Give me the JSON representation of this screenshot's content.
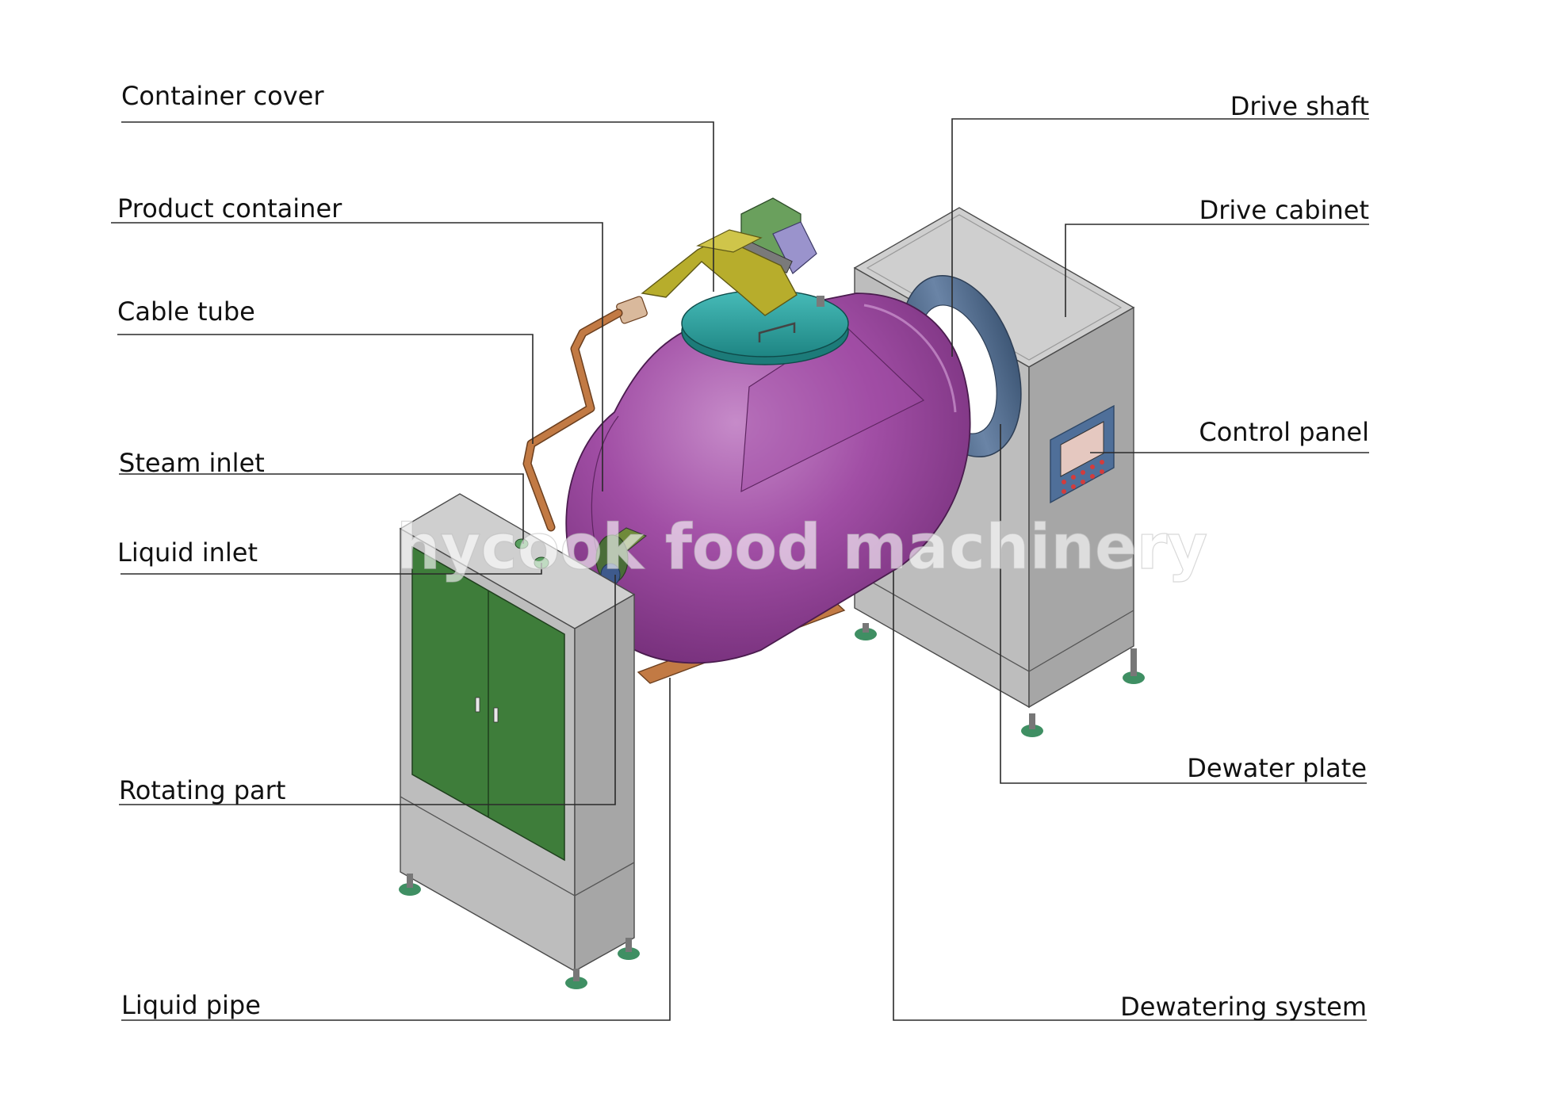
{
  "labels": {
    "container_cover": "Container cover",
    "product_container": "Product container",
    "cable_tube": "Cable tube",
    "steam_inlet": "Steam inlet",
    "liquid_inlet": "Liquid inlet",
    "rotating_part": "Rotating part",
    "liquid_pipe": "Liquid pipe",
    "drive_shaft": "Drive shaft",
    "drive_cabinet": "Drive cabinet",
    "control_panel": "Control panel",
    "dewater_plate": "Dewater plate",
    "dewatering_system": "Dewatering system"
  },
  "watermark": "hycook food machinery",
  "colors": {
    "drum": "#9a3f9e",
    "cover": "#2ea3a1",
    "cabinet": "#bcbcbc",
    "cabinet_door": "#3e7d3a",
    "dewater_plate": "#566f8f",
    "frame_arm": "#b7ad2c",
    "pipe": "#c27a44",
    "foot": "#3f8f63"
  }
}
